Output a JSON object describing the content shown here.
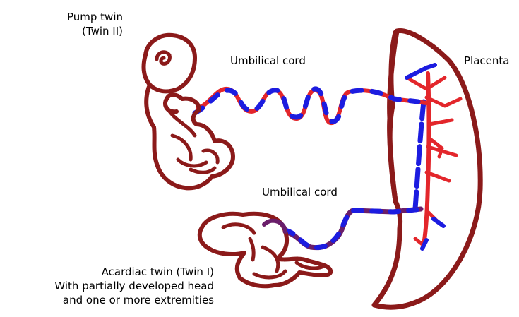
{
  "labels": {
    "pump_twin_line1": "Pump twin",
    "pump_twin_line2": "(Twin II)",
    "cord_top": "Umbilical cord",
    "placenta": "Placenta",
    "cord_bottom": "Umbilical cord",
    "acardiac_line1": "Acardiac twin (Twin I)",
    "acardiac_line2": "With partially developed head",
    "acardiac_line3": "and one or more extremities"
  },
  "colors": {
    "outline": "#8b1a1a",
    "artery": "#e3262b",
    "vein": "#1c1ce0",
    "mixed": "#6a1e6a"
  }
}
